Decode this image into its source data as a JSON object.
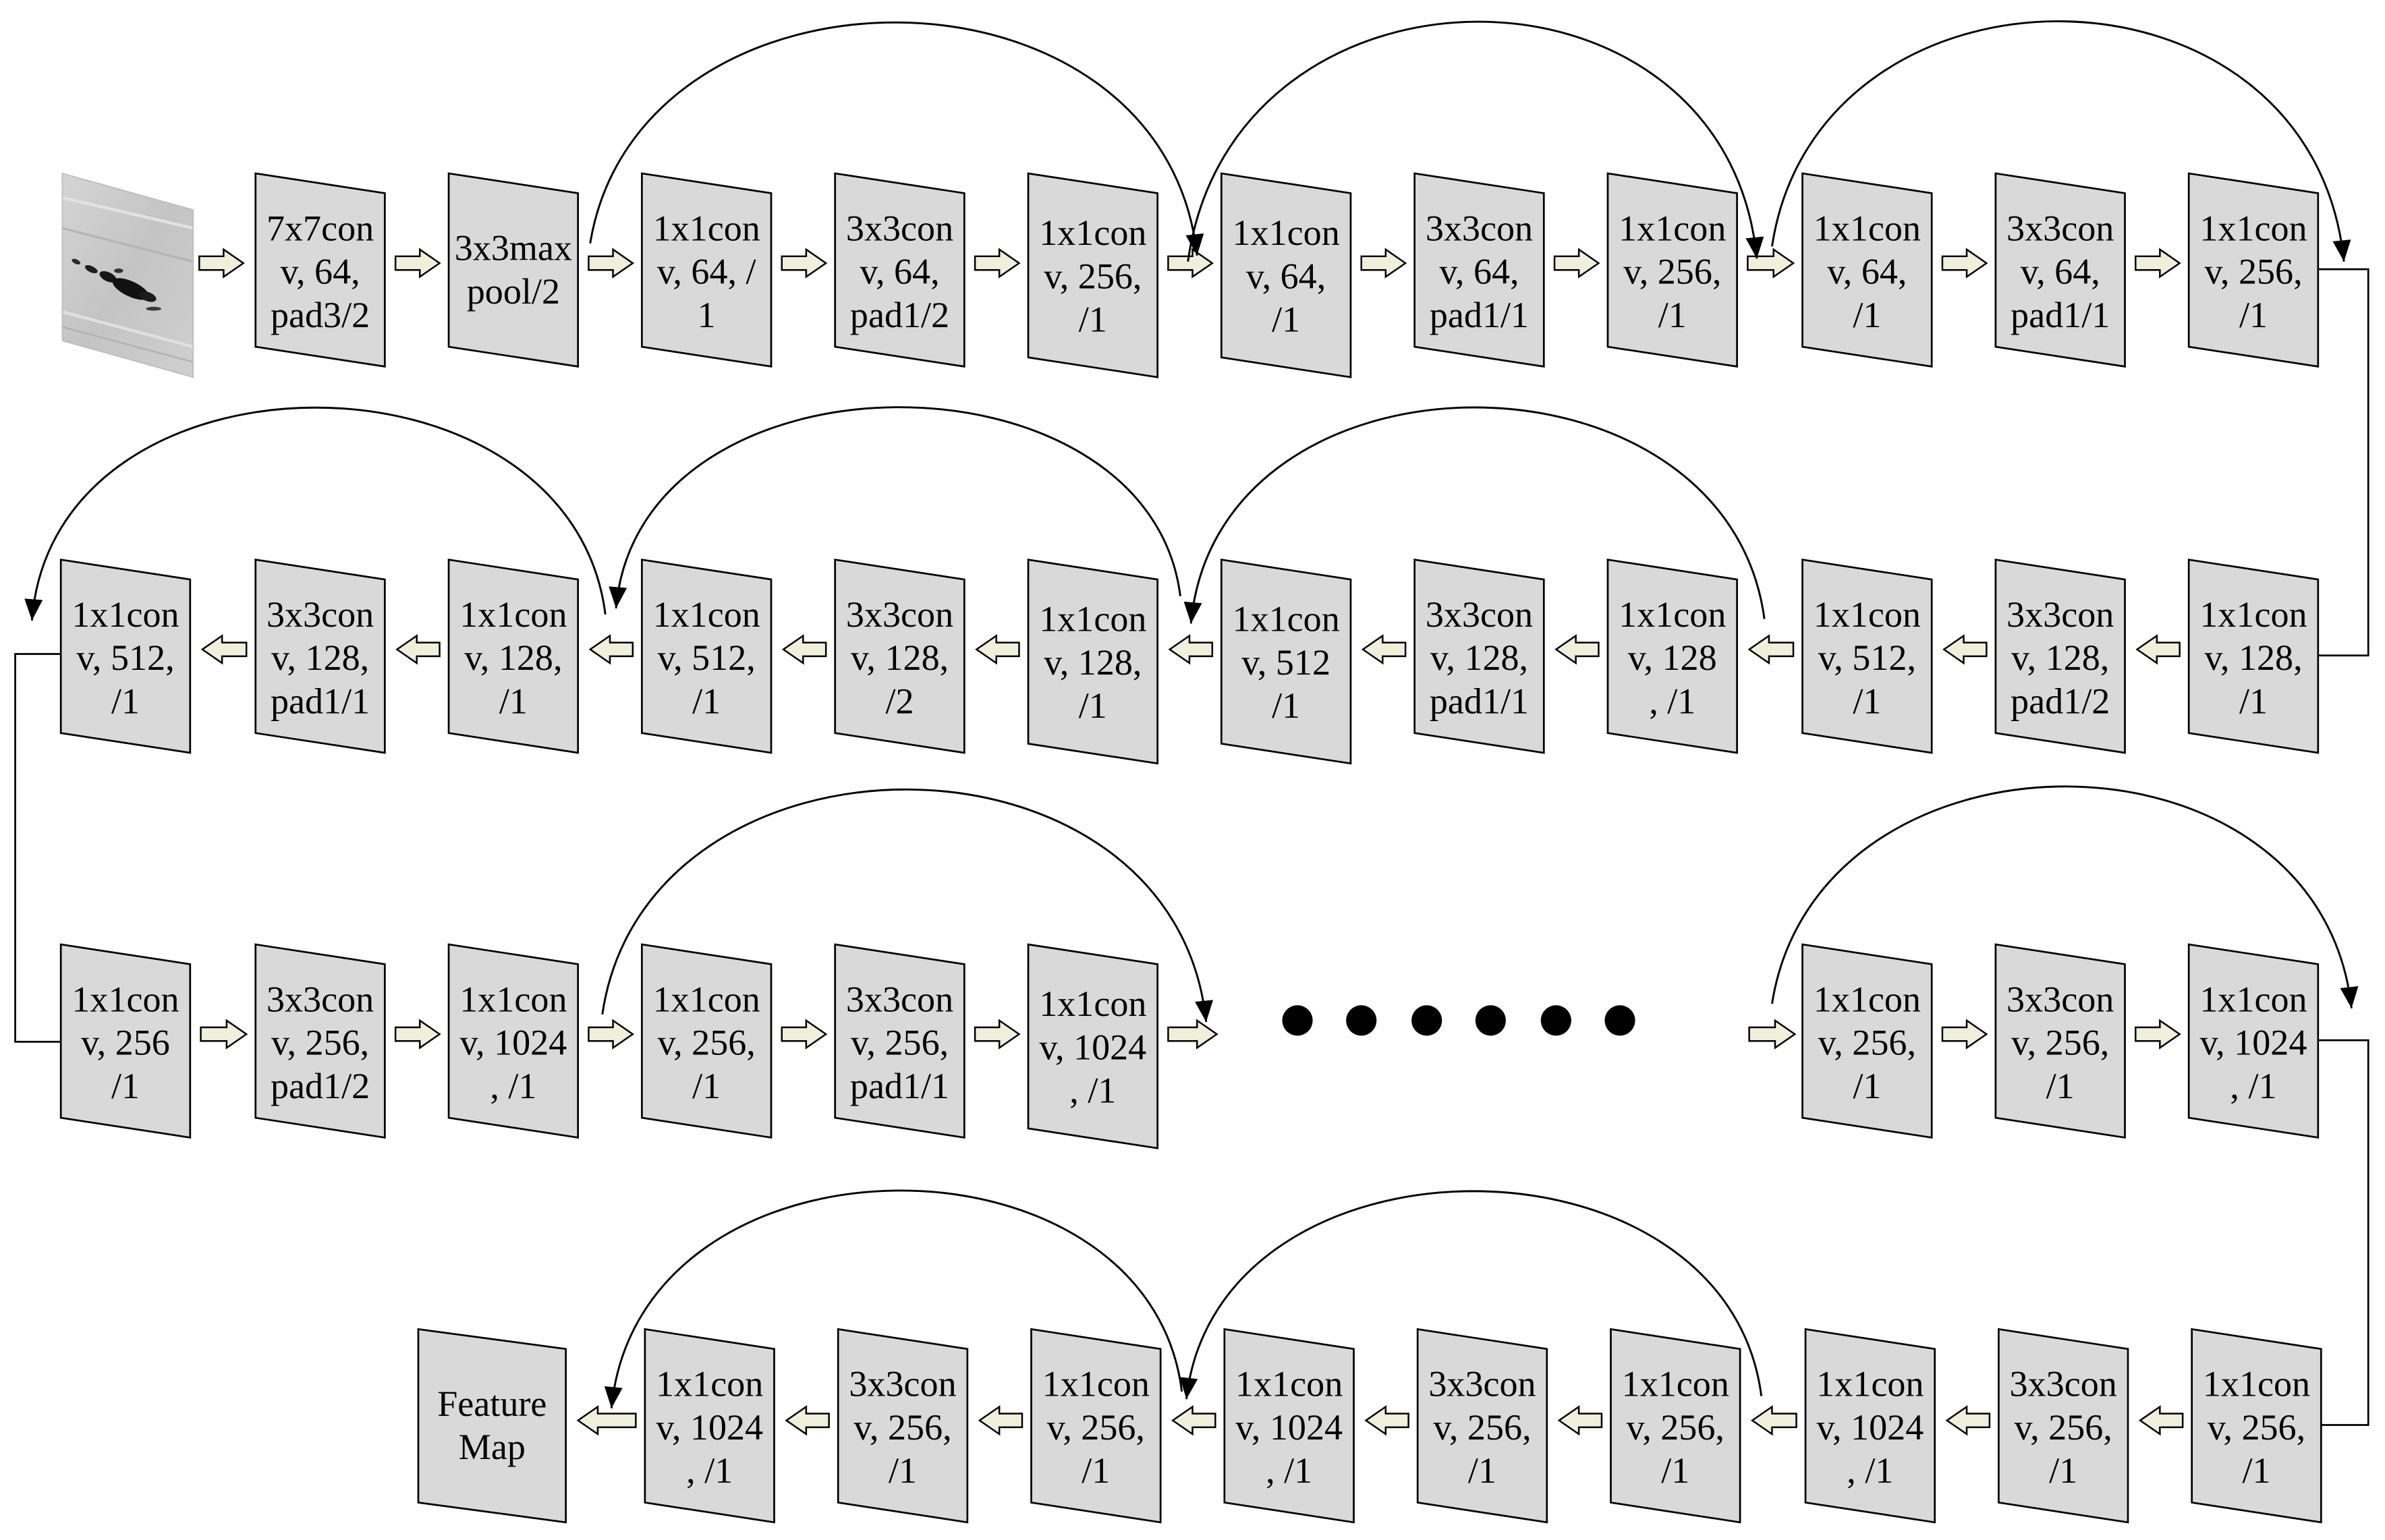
{
  "colors": {
    "box_fill": "#d9d9d9",
    "arrow_fill": "#eef0dc",
    "stroke": "#000000",
    "background": "#ffffff"
  },
  "rows": [
    {
      "boxes": [
        {
          "lines": [
            "7x7con",
            "v, 64,",
            "pad3/2"
          ]
        },
        {
          "lines": [
            "3x3max",
            "pool/2"
          ]
        },
        {
          "lines": [
            "1x1con",
            "v, 64, /",
            "1"
          ]
        },
        {
          "lines": [
            "3x3con",
            "v, 64,",
            "pad1/2"
          ]
        },
        {
          "lines": [
            "1x1con",
            "v, 256,",
            "/1"
          ]
        },
        {
          "lines": [
            "1x1con",
            "v, 64,",
            "/1"
          ]
        },
        {
          "lines": [
            "3x3con",
            "v, 64,",
            "pad1/1"
          ]
        },
        {
          "lines": [
            "1x1con",
            "v, 256,",
            "/1"
          ]
        },
        {
          "lines": [
            "1x1con",
            "v, 64,",
            "/1"
          ]
        },
        {
          "lines": [
            "3x3con",
            "v, 64,",
            "pad1/1"
          ]
        },
        {
          "lines": [
            "1x1con",
            "v, 256,",
            "/1"
          ]
        }
      ]
    },
    {
      "boxes": [
        {
          "lines": [
            "1x1con",
            "v, 512,",
            "/1"
          ]
        },
        {
          "lines": [
            "3x3con",
            "v, 128,",
            "pad1/1"
          ]
        },
        {
          "lines": [
            "1x1con",
            "v, 128,",
            "/1"
          ]
        },
        {
          "lines": [
            "1x1con",
            "v, 512,",
            "/1"
          ]
        },
        {
          "lines": [
            "3x3con",
            "v, 128,",
            "/2"
          ]
        },
        {
          "lines": [
            "1x1con",
            "v, 128,",
            "/1"
          ]
        },
        {
          "lines": [
            "1x1con",
            "v, 512",
            "/1"
          ]
        },
        {
          "lines": [
            "3x3con",
            "v, 128,",
            "pad1/1"
          ]
        },
        {
          "lines": [
            "1x1con",
            "v, 128",
            ", /1"
          ]
        },
        {
          "lines": [
            "1x1con",
            "v, 512,",
            "/1"
          ]
        },
        {
          "lines": [
            "3x3con",
            "v, 128,",
            "pad1/2"
          ]
        },
        {
          "lines": [
            "1x1con",
            "v, 128,",
            "/1"
          ]
        }
      ]
    },
    {
      "boxes": [
        {
          "lines": [
            "1x1con",
            "v, 256",
            "/1"
          ]
        },
        {
          "lines": [
            "3x3con",
            "v, 256,",
            "pad1/2"
          ]
        },
        {
          "lines": [
            "1x1con",
            "v, 1024",
            ", /1"
          ]
        },
        {
          "lines": [
            "1x1con",
            "v, 256,",
            "/1"
          ]
        },
        {
          "lines": [
            "3x3con",
            "v, 256,",
            "pad1/1"
          ]
        },
        {
          "lines": [
            "1x1con",
            "v, 1024",
            ", /1"
          ]
        },
        {
          "lines": [
            "1x1con",
            "v, 256,",
            "/1"
          ]
        },
        {
          "lines": [
            "3x3con",
            "v, 256,",
            "/1"
          ]
        },
        {
          "lines": [
            "1x1con",
            "v, 1024",
            ", /1"
          ]
        }
      ]
    },
    {
      "boxes": [
        {
          "lines": [
            "1x1con",
            "v, 1024",
            ", /1"
          ]
        },
        {
          "lines": [
            "3x3con",
            "v, 256,",
            "/1"
          ]
        },
        {
          "lines": [
            "1x1con",
            "v, 256,",
            "/1"
          ]
        },
        {
          "lines": [
            "1x1con",
            "v, 1024",
            ", /1"
          ]
        },
        {
          "lines": [
            "3x3con",
            "v, 256,",
            "/1"
          ]
        },
        {
          "lines": [
            "1x1con",
            "v, 256,",
            "/1"
          ]
        },
        {
          "lines": [
            "1x1con",
            "v, 1024",
            ", /1"
          ]
        },
        {
          "lines": [
            "3x3con",
            "v, 256,",
            "/1"
          ]
        },
        {
          "lines": [
            "1x1con",
            "v, 256,",
            "/1"
          ]
        }
      ]
    }
  ],
  "output": {
    "lines": [
      "Feature",
      "Map"
    ]
  }
}
